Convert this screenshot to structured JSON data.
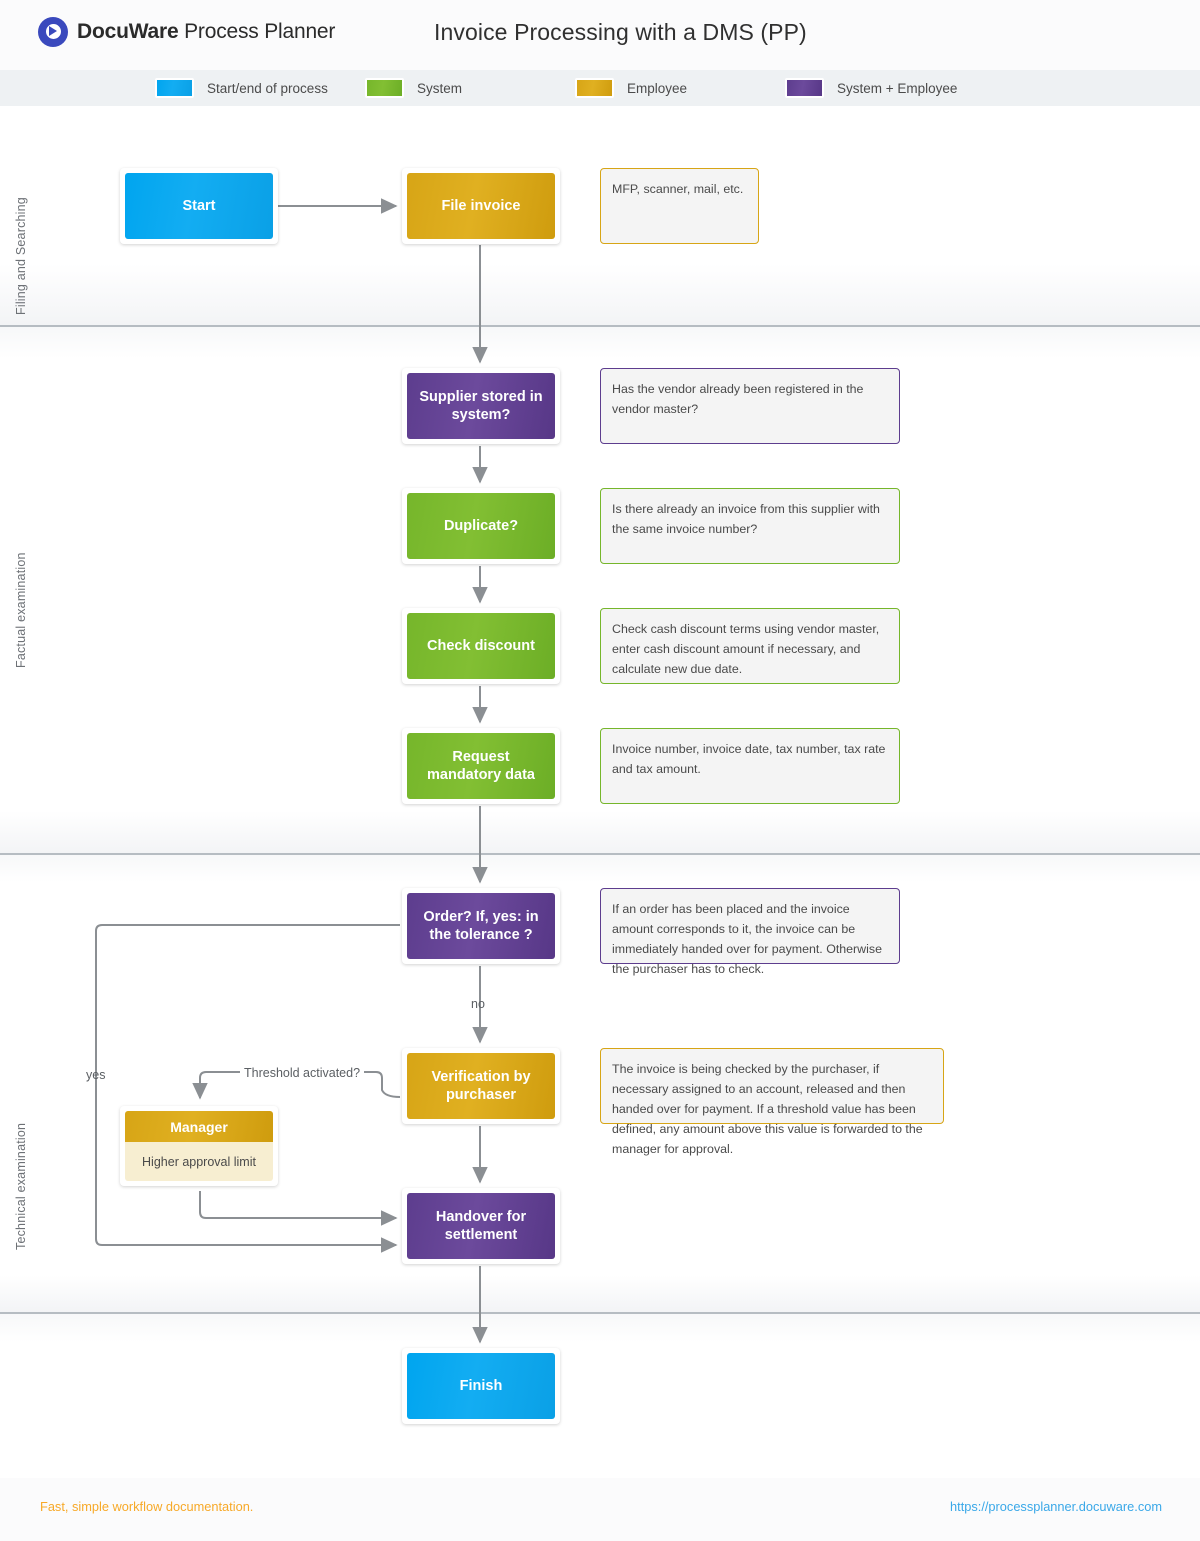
{
  "header": {
    "brand_bold": "DocuWare",
    "brand_rest": " Process Planner",
    "logo_icon": "docuware-circle-arrow-icon",
    "document_title": "Invoice Processing with a DMS (PP)"
  },
  "legend": {
    "items": [
      {
        "label": "Start/end of process",
        "color": "#00a5ef",
        "icon": "legend-swatch-blue"
      },
      {
        "label": "System",
        "color": "#76b62b",
        "icon": "legend-swatch-green"
      },
      {
        "label": "Employee",
        "color": "#d7a516",
        "icon": "legend-swatch-gold"
      },
      {
        "label": "System + Employee",
        "color": "#5d3d8e",
        "icon": "legend-swatch-purple"
      }
    ]
  },
  "lanes": [
    {
      "label": "Filing and Searching"
    },
    {
      "label": "Factual examination"
    },
    {
      "label": "Technical examination"
    }
  ],
  "nodes": {
    "start": "Start",
    "file_invoice": "File invoice",
    "supplier_stored": "Supplier stored in system?",
    "duplicate": "Duplicate?",
    "check_discount": "Check discount",
    "request_mandatory": "Request mandatory data",
    "order_tolerance": "Order? If, yes: in the tolerance ?",
    "verification_purchaser": "Verification by purchaser",
    "manager_title": "Manager",
    "manager_subtitle": "Higher approval limit",
    "handover": "Handover for settlement",
    "finish": "Finish"
  },
  "notes": {
    "file_invoice": "MFP, scanner, mail, etc.",
    "supplier_stored": "Has the vendor already been registered in the vendor master?",
    "duplicate": "Is there already an invoice from this supplier with the same invoice number?",
    "check_discount": "Check cash discount terms using vendor master, enter cash discount amount if necessary, and calculate new due date.",
    "request_mandatory": "Invoice number, invoice date, tax number, tax rate and tax amount.",
    "order_tolerance": "If an order has been placed and the invoice amount corresponds to it, the invoice can be immediately handed over for payment. Otherwise the purchaser has to check.",
    "verification_purchaser": "The invoice is being checked by the purchaser, if necessary assigned to an account, released and then handed over for payment. If a threshold value has been defined, any amount above this value is forwarded to the manager for approval."
  },
  "edge_labels": {
    "no": "no",
    "yes": "yes",
    "threshold": "Threshold activated?"
  },
  "footer": {
    "tagline": "Fast, simple workflow documentation.",
    "url": "https://processplanner.docuware.com"
  },
  "colors": {
    "blue": "#00a5ef",
    "green": "#76b62b",
    "gold": "#d7a516",
    "purple": "#5d3d8e",
    "connector": "#8b8f93",
    "lane_divider": "#b6bcc2",
    "footer_orange": "#f7a928",
    "footer_link": "#3aa8e8"
  }
}
